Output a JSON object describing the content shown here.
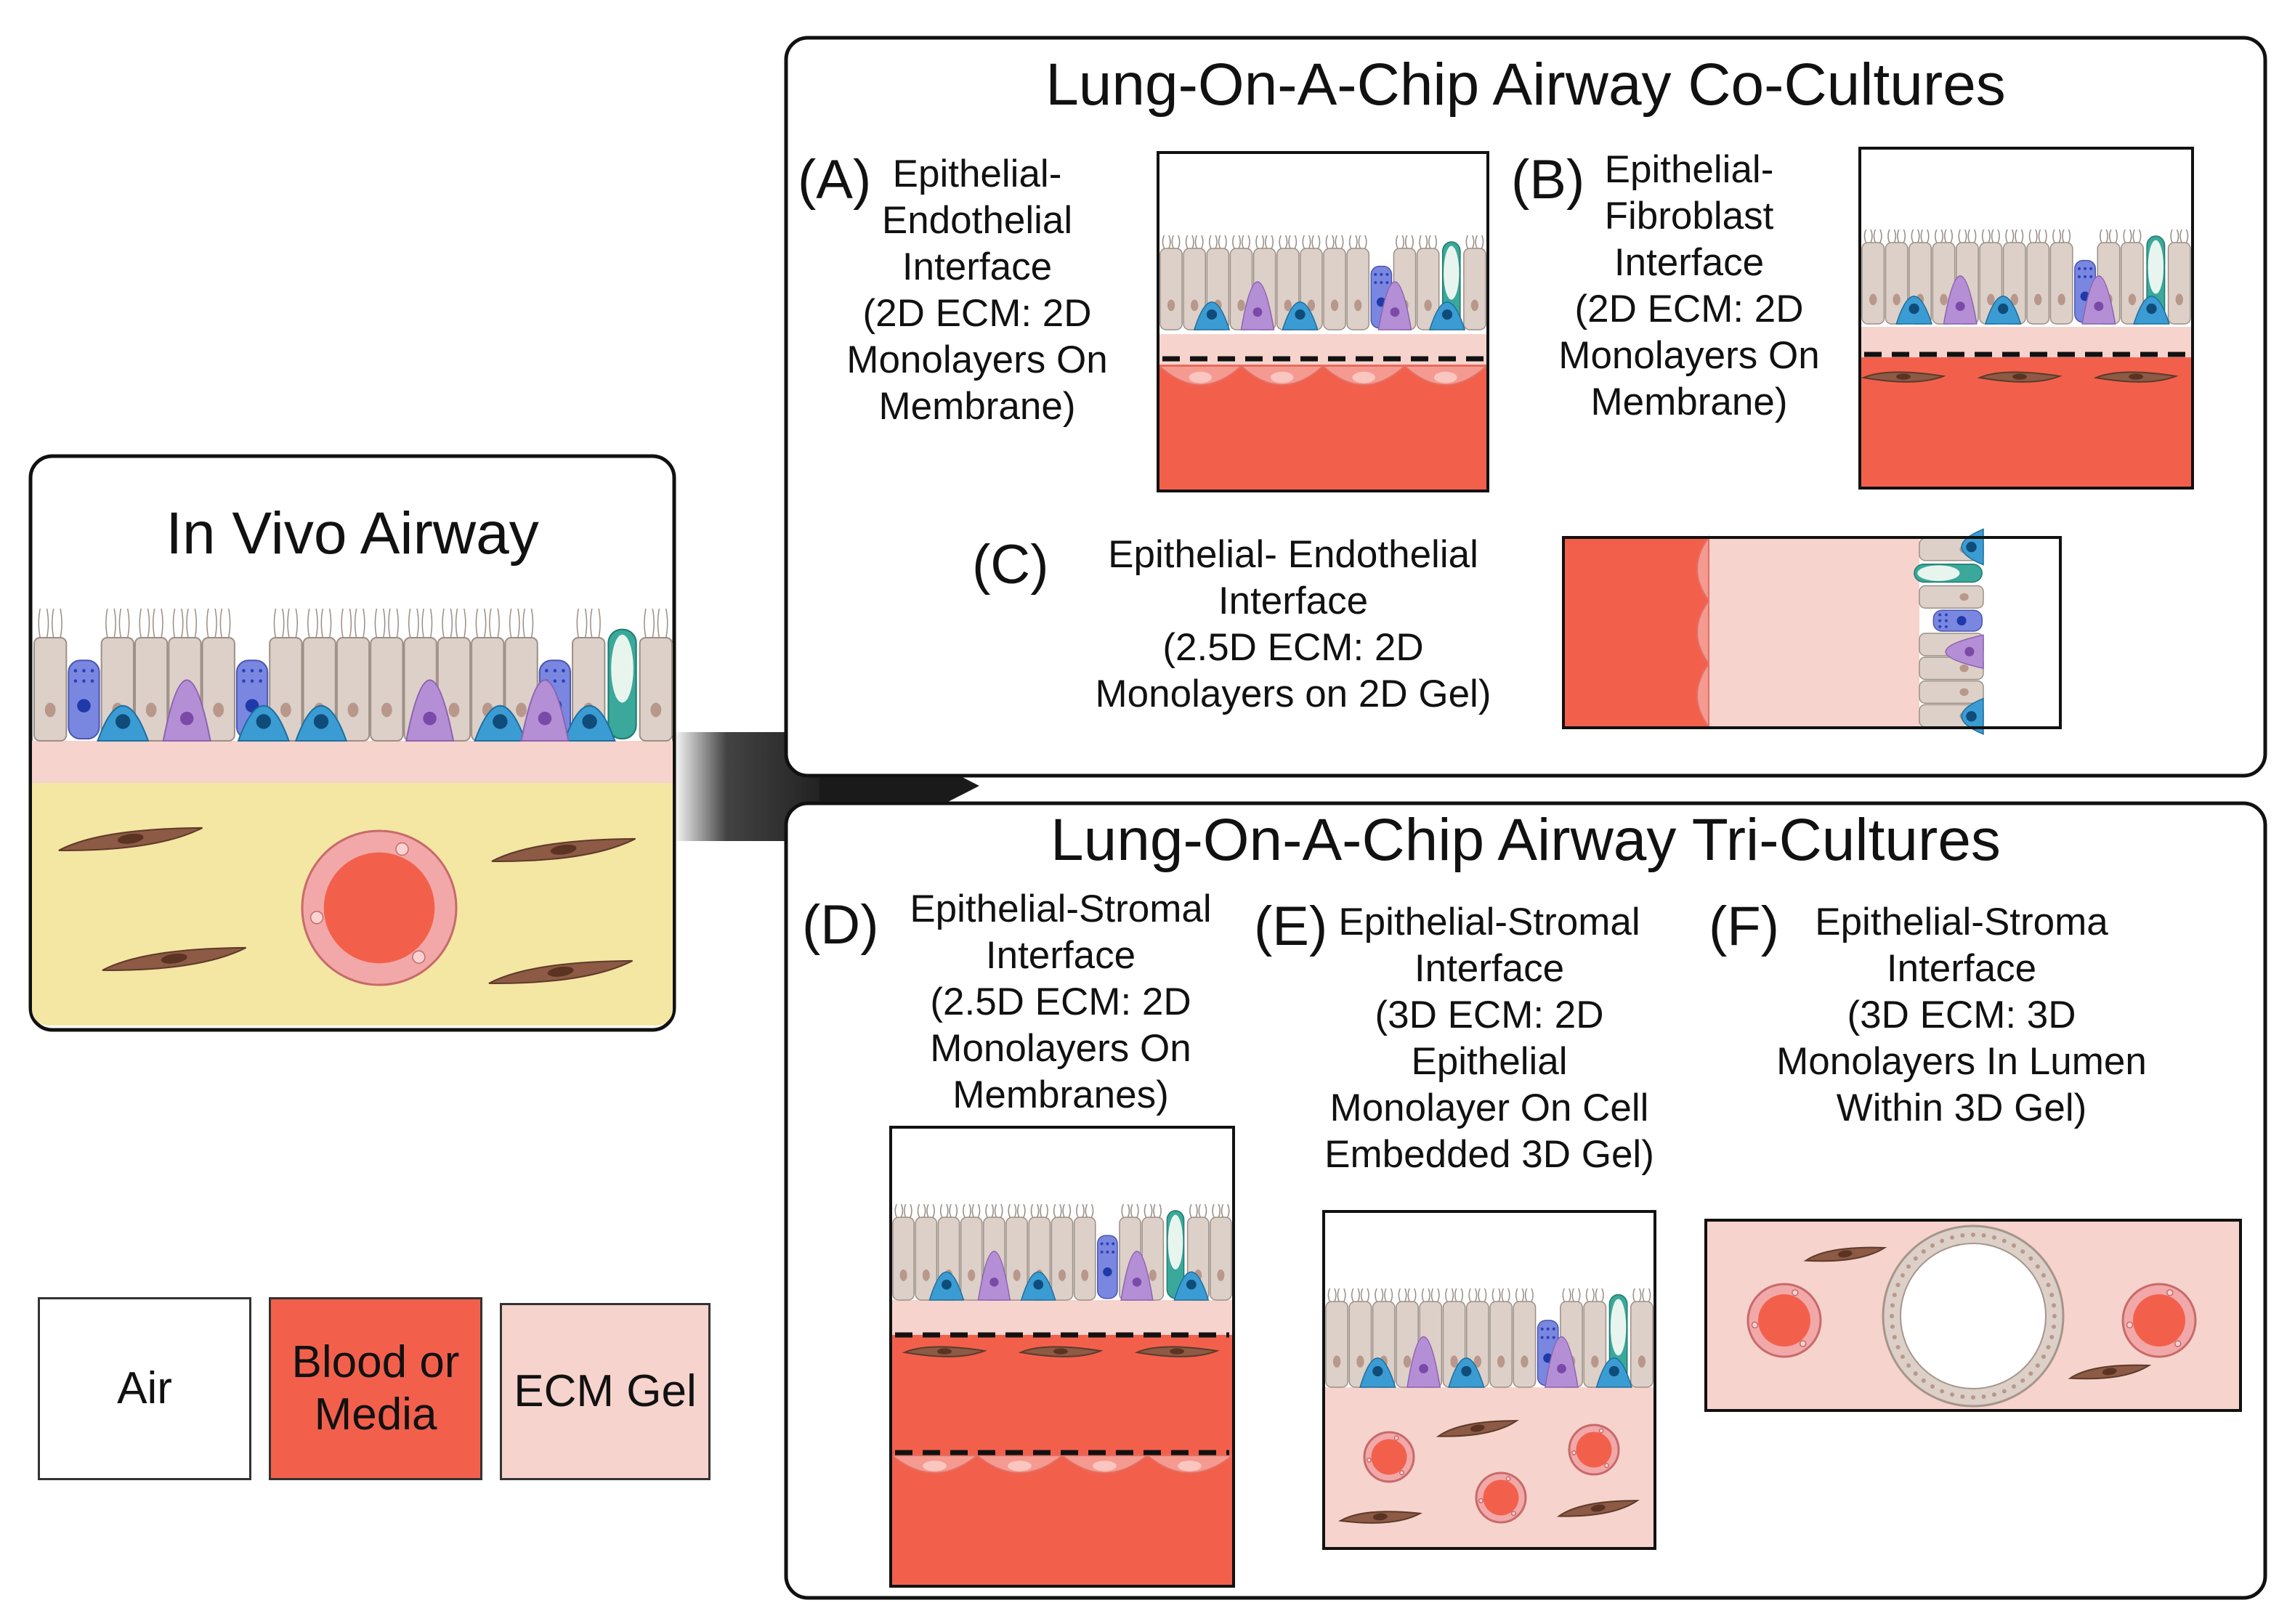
{
  "invivo": {
    "title": "In Vivo Airway"
  },
  "cocultures": {
    "title": "Lung-On-A-Chip Airway Co-Cultures",
    "panels": [
      {
        "letter": "(A)",
        "lines": [
          "Epithelial-",
          "Endothelial",
          "Interface",
          "(2D ECM: 2D",
          "Monolayers On",
          "Membrane)"
        ]
      },
      {
        "letter": "(B)",
        "lines": [
          "Epithelial-",
          "Fibroblast",
          "Interface",
          "(2D ECM: 2D",
          "Monolayers On",
          "Membrane)"
        ]
      },
      {
        "letter": "(C)",
        "lines": [
          "Epithelial- Endothelial",
          "Interface",
          "(2.5D ECM: 2D",
          "Monolayers on 2D Gel)"
        ]
      }
    ]
  },
  "tricultures": {
    "title": "Lung-On-A-Chip Airway Tri-Cultures",
    "panels": [
      {
        "letter": "(D)",
        "lines": [
          "Epithelial-Stromal",
          "Interface",
          "(2.5D ECM: 2D",
          "Monolayers On",
          "Membranes)"
        ]
      },
      {
        "letter": "(E)",
        "lines": [
          "Epithelial-Stromal",
          "Interface",
          "(3D ECM: 2D",
          "Epithelial",
          "Monolayer On Cell",
          "Embedded 3D Gel)"
        ]
      },
      {
        "letter": "(F)",
        "lines": [
          "Epithelial-Stroma",
          "Interface",
          "(3D ECM: 3D",
          "Monolayers In Lumen",
          "Within 3D Gel)"
        ]
      }
    ]
  },
  "legend": [
    {
      "lines": [
        "Air"
      ],
      "color": "#ffffff"
    },
    {
      "lines": [
        "Blood or",
        "Media"
      ],
      "color": "#f2604c"
    },
    {
      "lines": [
        "ECM Gel"
      ],
      "color": "#f6d3cd"
    }
  ],
  "colors": {
    "blood": "#f2604c",
    "ecm": "#f6d3cd",
    "stroma": "#f4e6a3",
    "epithelium": "#ddd0c8",
    "fibroblast": "#8c5a45",
    "basal": "#3a9cd3",
    "club": "#7a87e0",
    "neuroendocrine": "#b58fd6",
    "goblet": "#3aa89a"
  }
}
